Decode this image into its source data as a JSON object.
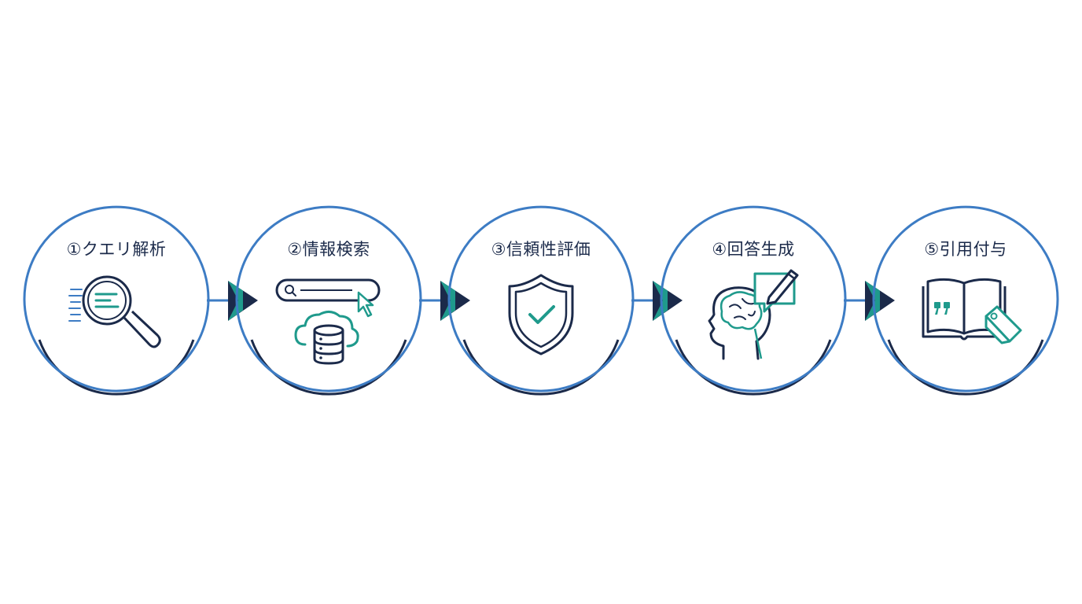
{
  "steps": [
    {
      "label": "①クエリ解析",
      "icon": "magnifier-icon"
    },
    {
      "label": "②情報検索",
      "icon": "search-bar-database-icon"
    },
    {
      "label": "③信頼性評価",
      "icon": "shield-check-icon"
    },
    {
      "label": "④回答生成",
      "icon": "brain-pencil-icon"
    },
    {
      "label": "⑤引用付与",
      "icon": "book-quote-tag-icon"
    }
  ],
  "colors": {
    "ring": "#3d7cc4",
    "navy": "#1b2a4a",
    "teal": "#1f9a8c",
    "connector": "#3d7cc4"
  }
}
